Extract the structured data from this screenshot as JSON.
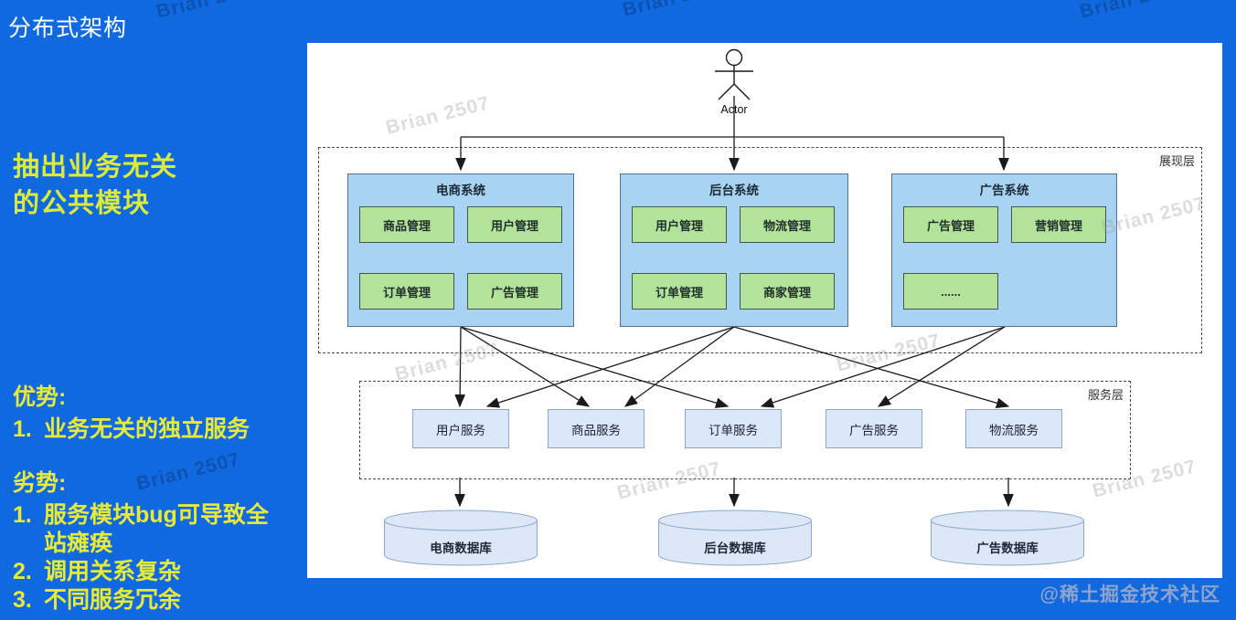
{
  "slide": {
    "title": "分布式架构",
    "note_lines": [
      "抽出业务无关",
      "的公共模块"
    ],
    "advantages": {
      "heading": "优势:",
      "items": [
        "业务无关的独立服务"
      ]
    },
    "disadvantages": {
      "heading": "劣势:",
      "items": [
        "服务模块bug可导致全站瘫痪",
        "调用关系复杂",
        "不同服务冗余"
      ]
    }
  },
  "diagram": {
    "actor_label": "Actor",
    "layers": {
      "presentation": "展现层",
      "service": "服务层"
    },
    "systems": [
      {
        "title": "电商系统",
        "modules": [
          "商品管理",
          "用户管理",
          "订单管理",
          "广告管理"
        ]
      },
      {
        "title": "后台系统",
        "modules": [
          "用户管理",
          "物流管理",
          "订单管理",
          "商家管理"
        ]
      },
      {
        "title": "广告系统",
        "modules": [
          "广告管理",
          "营销管理",
          "......"
        ]
      }
    ],
    "services": [
      "用户服务",
      "商品服务",
      "订单服务",
      "广告服务",
      "物流服务"
    ],
    "databases": [
      "电商数据库",
      "后台数据库",
      "广告数据库"
    ]
  },
  "watermarks": {
    "diagonal": "Brian 2507",
    "credit": "@稀土掘金技术社区"
  },
  "colors": {
    "background": "#1169df",
    "note_text": "#d9ec3c",
    "list_text": "#e8ea38",
    "system_fill": "#a9d3f2",
    "system_stroke": "#56718b",
    "module_fill": "#b3e29b",
    "module_stroke": "#44584a",
    "service_fill": "#dbe8fb",
    "service_stroke": "#8da6cc",
    "database_fill": "#dce8f8",
    "database_stroke": "#8ea8c9"
  }
}
